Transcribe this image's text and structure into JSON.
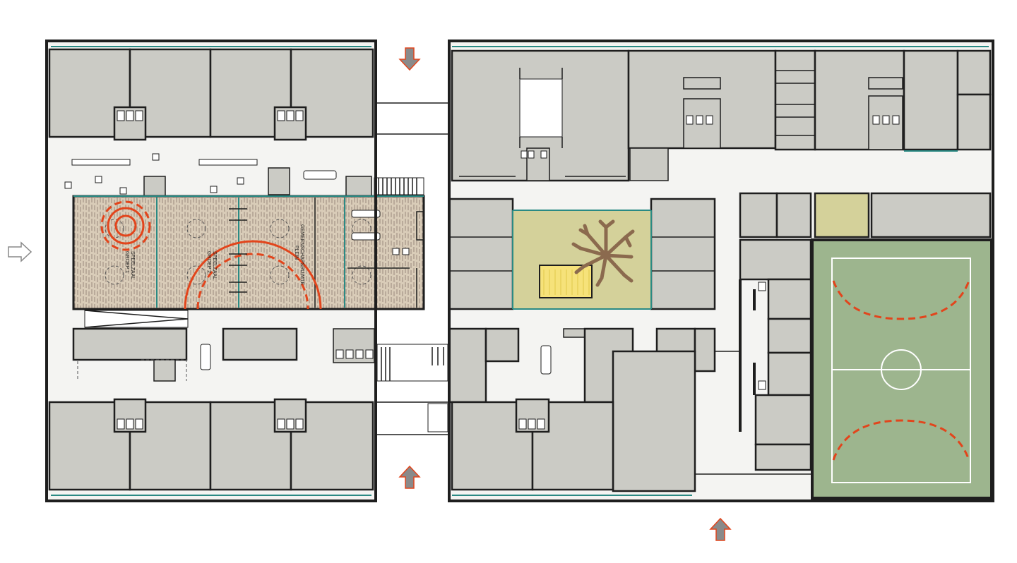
{
  "plan": {
    "zone_labels": {
      "speelzaal_1": "SPEELZAAL",
      "speelzaal_1_sub": "GROEP 1",
      "speelzaal_2": "SPEELZAAL",
      "speelzaal_2_sub": "GROEP 2",
      "gemeenschapsruimte": "GEMEENSCHAPSRUIMTE",
      "gemeenschapsruimte_sub": "PLEIN"
    },
    "entrances": [
      "arrow-in-west",
      "arrow-down-north",
      "arrow-up-south",
      "arrow-up-southeast"
    ],
    "colors": {
      "room_fill": "#cbcbc5",
      "wall": "#1e1e1e",
      "wood_floor": "#d6c8b4",
      "courtyard": "#d4d19a",
      "sports_field": "#9db58e",
      "accent_orange": "#e2451c",
      "glazing_teal": "#2a8a84",
      "tree": "#8b6a4e",
      "sandpit": "#f6e27a",
      "entrance_arrow": "#888888"
    }
  }
}
